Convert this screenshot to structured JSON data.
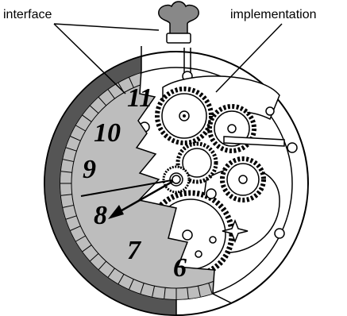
{
  "labels": {
    "interface": "interface",
    "implementation": "implementation"
  },
  "dial_numerals": [
    "11",
    "10",
    "9",
    "8",
    "7",
    "6"
  ],
  "colors": {
    "case_ring": "#555555",
    "dial_face": "#bdbdbd",
    "outline": "#000000",
    "background": "#ffffff"
  }
}
